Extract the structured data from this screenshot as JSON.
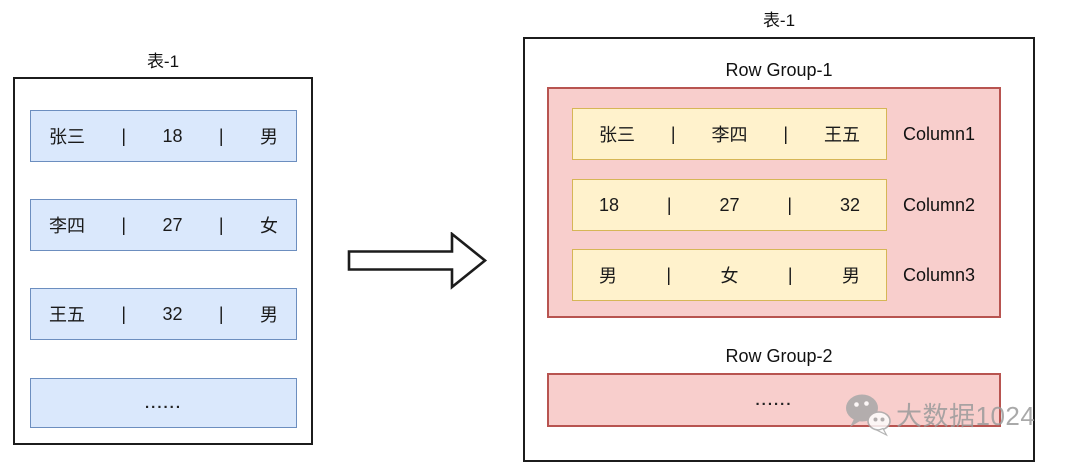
{
  "diagram": {
    "separator": "|",
    "left_table": {
      "title": "表-1",
      "rows": [
        {
          "cells": [
            "张三",
            "18",
            "男"
          ]
        },
        {
          "cells": [
            "李四",
            "27",
            "女"
          ]
        },
        {
          "cells": [
            "王五",
            "32",
            "男"
          ]
        }
      ],
      "ellipsis_row": "......"
    },
    "right_table": {
      "title": "表-1",
      "row_group_1": {
        "label": "Row Group-1",
        "columns": [
          {
            "label": "Column1",
            "cells": [
              "张三",
              "李四",
              "王五"
            ]
          },
          {
            "label": "Column2",
            "cells": [
              "18",
              "27",
              "32"
            ]
          },
          {
            "label": "Column3",
            "cells": [
              "男",
              "女",
              "男"
            ]
          }
        ]
      },
      "row_group_2": {
        "label": "Row Group-2",
        "ellipsis": "......"
      }
    }
  },
  "watermark": {
    "text": "大数据1024",
    "icon": "wechat-icon"
  },
  "colors": {
    "row_fill_blue": "#dae8fc",
    "row_border_blue": "#6c8ebf",
    "group_fill_pink": "#f8cecc",
    "group_border_pink": "#b85450",
    "column_fill_yellow": "#fff2cc",
    "column_border_yellow": "#d6b656",
    "outline_black": "#1c1c1c",
    "watermark_grey": "#9b9b9b"
  }
}
